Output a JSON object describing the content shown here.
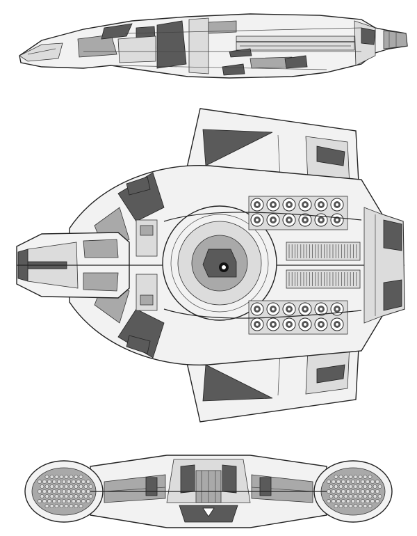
{
  "diagram": {
    "views": [
      {
        "id": "side",
        "kind": "side-elevation"
      },
      {
        "id": "top",
        "kind": "plan-view",
        "torpedo_tubes_per_block": 12,
        "torpedo_blocks": 2
      },
      {
        "id": "front",
        "kind": "front-elevation"
      }
    ],
    "colors": {
      "line": "#222222",
      "hull_fill": "#f2f2f2",
      "panel_light": "#dcdcdc",
      "panel_mid": "#a9a9a9",
      "panel_dark": "#5a5a5a",
      "background": "#ffffff"
    }
  }
}
